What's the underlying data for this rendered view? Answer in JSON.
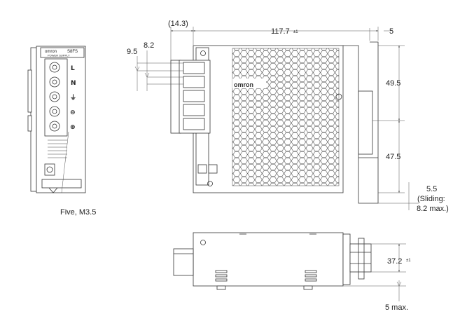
{
  "dimensions": {
    "terminal_offset": "(14.3)",
    "overall_depth": "117.7",
    "overall_depth_tol": "±1",
    "rail_offset": "5",
    "terminal_pitch_a": "9.5",
    "terminal_pitch_b": "8.2",
    "upper_height": "49.5",
    "lower_height": "47.5",
    "bottom_offset": "5.5",
    "sliding_line1": "(Sliding:",
    "sliding_line2": "8.2 max.)",
    "height_bottom_view": "37.2",
    "height_bottom_view_tol": "±1",
    "bottom_max": "5 max."
  },
  "labels": {
    "screw_callout": "Five, M3.5",
    "brand_logo": "omron",
    "front_brand": "omron",
    "front_model": "S8FS",
    "front_subtitle": "POWER SUPPLY"
  },
  "terminals": [
    "L",
    "N",
    "⏚",
    "⊖",
    "⊕"
  ],
  "colors": {
    "line": "#333333",
    "background": "#ffffff"
  }
}
